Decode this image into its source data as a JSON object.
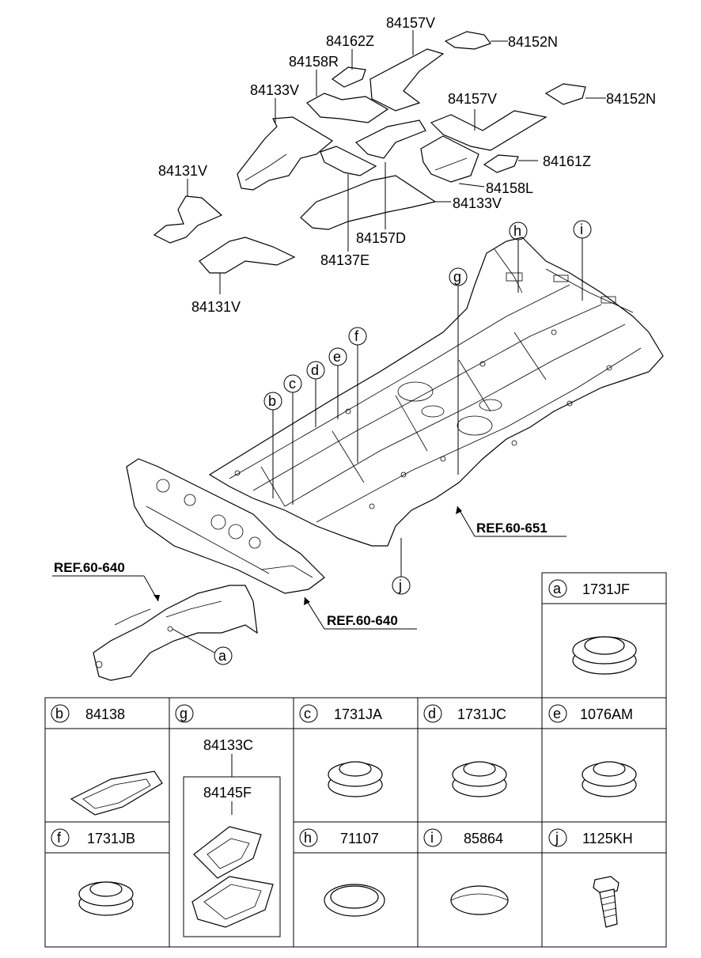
{
  "top_labels": {
    "l84157V_a": "84157V",
    "l84162Z": "84162Z",
    "l84152N_a": "84152N",
    "l84158R": "84158R",
    "l84133V_a": "84133V",
    "l84157V_b": "84157V",
    "l84152N_b": "84152N",
    "l84161Z": "84161Z",
    "l84131V_a": "84131V",
    "l84158L": "84158L",
    "l84133V_b": "84133V",
    "l84157D": "84157D",
    "l84137E": "84137E",
    "l84131V_b": "84131V"
  },
  "callouts": {
    "a": "a",
    "b": "b",
    "c": "c",
    "d": "d",
    "e": "e",
    "f": "f",
    "g": "g",
    "h": "h",
    "i": "i",
    "j": "j"
  },
  "refs": {
    "ref1": "REF.60-651",
    "ref2": "REF.60-640",
    "ref3": "REF.60-640"
  },
  "table": {
    "a": {
      "letter": "a",
      "part": "1731JF"
    },
    "b": {
      "letter": "b",
      "part": "84138"
    },
    "g": {
      "letter": "g",
      "part": "",
      "sub1": "84133C",
      "sub2": "84145F"
    },
    "c": {
      "letter": "c",
      "part": "1731JA"
    },
    "d": {
      "letter": "d",
      "part": "1731JC"
    },
    "e": {
      "letter": "e",
      "part": "1076AM"
    },
    "f": {
      "letter": "f",
      "part": "1731JB"
    },
    "h": {
      "letter": "h",
      "part": "71107"
    },
    "i": {
      "letter": "i",
      "part": "85864"
    },
    "j": {
      "letter": "j",
      "part": "1125KH"
    }
  }
}
